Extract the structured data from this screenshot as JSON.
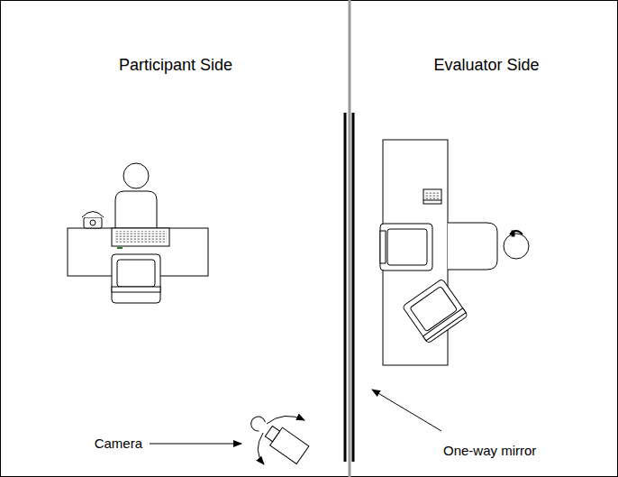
{
  "diagram": {
    "labels": [
      "Participant Side",
      "Evaluator Side",
      "Camera",
      "One-way mirror"
    ]
  }
}
